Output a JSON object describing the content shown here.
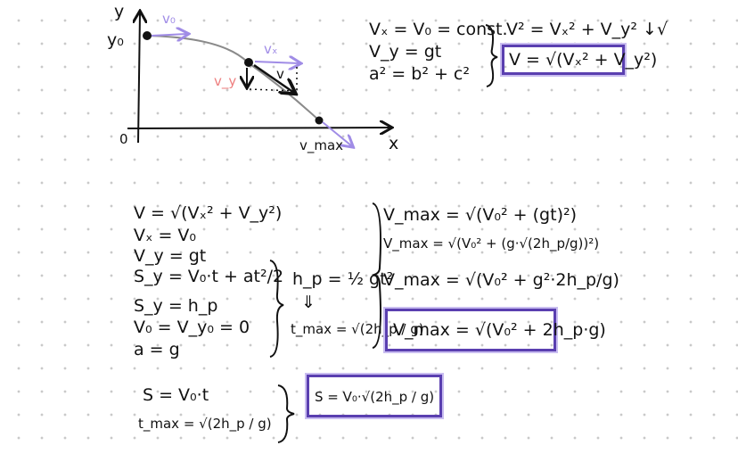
{
  "graph": {
    "y_axis_label": "y",
    "y0_label": "y₀",
    "origin_label": "0",
    "x_axis_label": "x",
    "v0_label": "v₀",
    "vx_label": "vₓ",
    "vy_label": "v_y",
    "v_label": "v",
    "vmax_label": "v_max",
    "colors": {
      "ink": "#111111",
      "trajectory": "#8a8a8a",
      "purple": "#a08ce6",
      "red": "#ee7f7f",
      "box": "#5a3fb0"
    }
  },
  "top_equations": {
    "lines": [
      "Vₓ = V₀ = const.",
      "V_y = gt",
      "a² = b² + c²"
    ],
    "result": "V² = Vₓ² + V_y²  ↓√",
    "boxed": "V = √(Vₓ² + V_y²)"
  },
  "middle": {
    "given": [
      "V = √(Vₓ² + V_y²)",
      "Vₓ = V₀",
      "V_y = gt",
      "S_y = V₀·t + at²/2",
      "S_y = h_p",
      "V₀ = V_y₀ = 0",
      "a = g"
    ],
    "time": [
      "h_p = ½ gt²",
      "⇓",
      "t_max = √(2h_p / g)"
    ],
    "vmax": [
      "V_max = √(V₀² + (gt)²)",
      "V_max = √(V₀² + (g·√(2h_p/g))²)",
      "V_max = √(V₀² + g²·2h_p/g)"
    ],
    "vmax_boxed": "V_max = √(V₀² + 2h_p·g)"
  },
  "bottom": {
    "lines": [
      "S = V₀·t",
      "t_max = √(2h_p / g)"
    ],
    "boxed": "S = V₀·√(2h_p / g)"
  }
}
